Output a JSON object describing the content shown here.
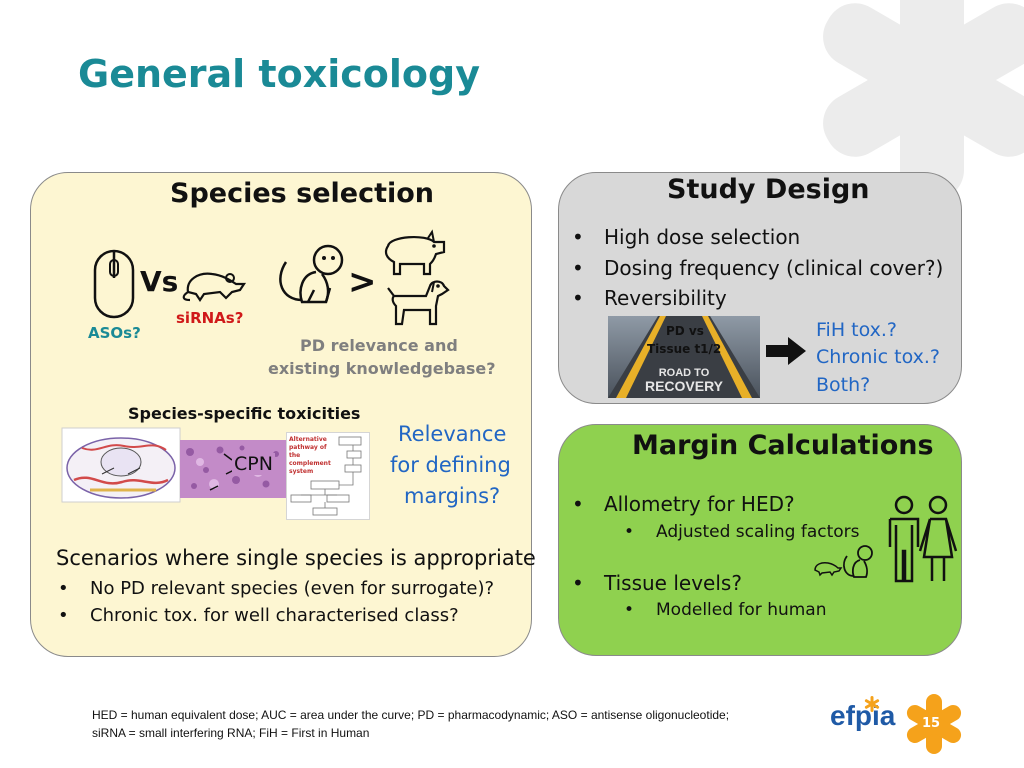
{
  "slide": {
    "title": "General toxicology",
    "page_number": "15"
  },
  "species_panel": {
    "heading": "Species selection",
    "vs_label": "Vs",
    "greater_label": ">",
    "aso_label": "ASOs?",
    "sirna_label": "siRNAs?",
    "pd_relevance_line1": "PD relevance and",
    "pd_relevance_line2": "existing knowledgebase?",
    "specific_tox_heading": "Species-specific toxicities",
    "cpn_label": "CPN",
    "complement_caption": "Alternative pathway of the complement system",
    "relevance_line1": "Relevance",
    "relevance_line2": "for defining",
    "relevance_line3": "margins?",
    "scenarios_heading": "Scenarios where single species is appropriate",
    "scenario_bullets": [
      "No PD relevant species (even for surrogate)?",
      "Chronic tox. for well characterised class?"
    ]
  },
  "study_panel": {
    "heading": "Study Design",
    "bullets": [
      "High dose selection",
      "Dosing frequency (clinical cover?)",
      "Reversibility"
    ],
    "image_label_line1": "PD vs",
    "image_label_line2": "Tissue t1/2",
    "road_text_line1": "ROAD TO",
    "road_text_line2": "RECOVERY",
    "outcomes": [
      "FiH tox.?",
      "Chronic tox.?",
      "Both?"
    ]
  },
  "margin_panel": {
    "heading": "Margin Calculations",
    "bullet1": "Allometry for HED?",
    "sub_bullet1": "Adjusted scaling factors",
    "bullet2": "Tissue levels?",
    "sub_bullet2": "Modelled for human"
  },
  "footer": {
    "line1": "HED = human equivalent dose; AUC = area under the curve; PD = pharmacodynamic; ASO = antisense oligonucleotide;",
    "line2": "siRNA = small interfering RNA; FiH  = First in Human",
    "logo_text": "efpia"
  },
  "colors": {
    "title": "#1a8a96",
    "species_panel_bg": "#fdf6d2",
    "study_panel_bg": "#d8d8d8",
    "margin_panel_bg": "#8fd14f",
    "blue_text": "#2166c4",
    "red_text": "#d01919",
    "efpia_blue": "#1f5aa6",
    "efpia_orange": "#f5a21b"
  },
  "icons": [
    "watermark-asterisk-icon",
    "mouse-icon",
    "rat-icon",
    "monkey-icon",
    "pig-icon",
    "dog-icon",
    "arrow-right-icon",
    "man-icon",
    "woman-icon",
    "small-rat-icon",
    "small-monkey-icon",
    "efpia-star-icon"
  ]
}
